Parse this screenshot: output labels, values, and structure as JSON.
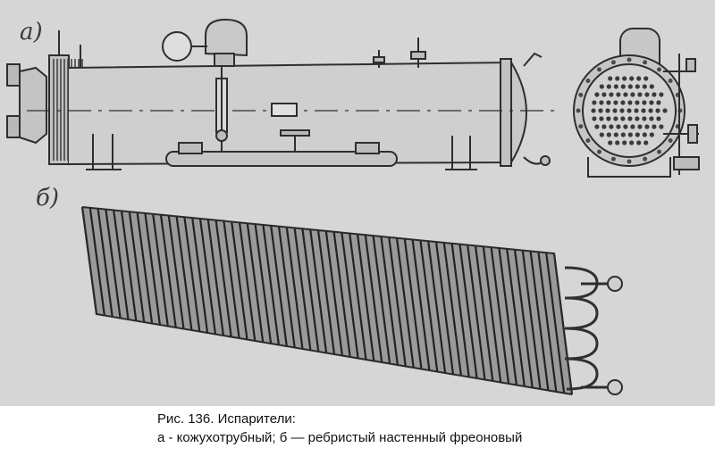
{
  "figure": {
    "labels": {
      "a": "а)",
      "b": "б)"
    }
  },
  "caption": {
    "line1": "Рис. 136. Испарители:",
    "line2": "а - кожухотрубный; б — ребристый настенный фреоновый"
  },
  "colors": {
    "paper": "#d6d6d6",
    "ink": "#2e2e2e",
    "caption_bg": "#ffffff"
  },
  "icons": [
    "shell-and-tube-evaporator",
    "finned-coil-evaporator"
  ]
}
